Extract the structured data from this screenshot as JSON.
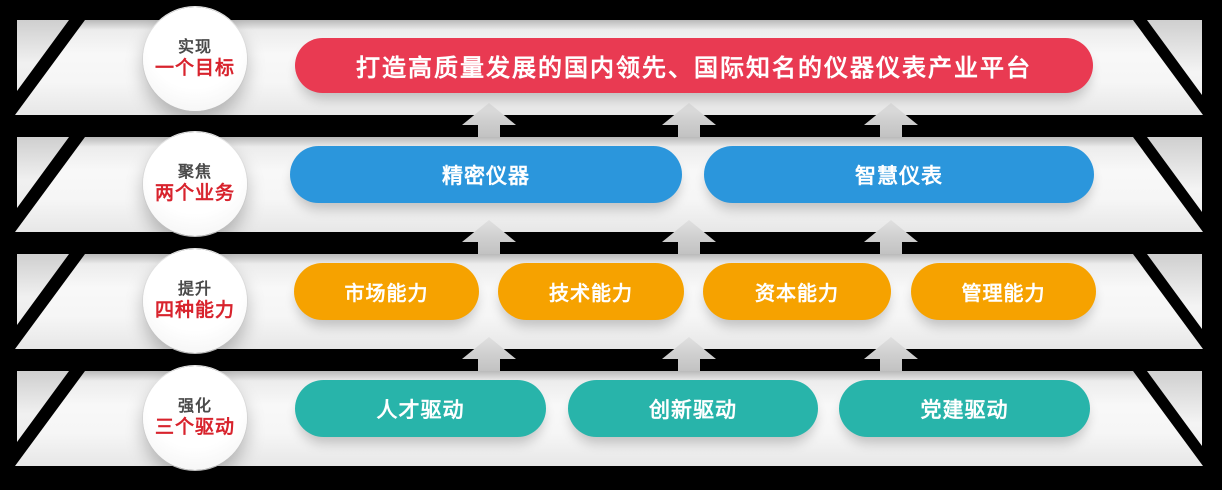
{
  "diagram": {
    "title": "strategy-pyramid",
    "rows": [
      {
        "id": "goal",
        "circle": {
          "line1": "实现",
          "line2": "一个目标"
        },
        "pill_color": "#e93a52",
        "pills": [
          {
            "label": "打造高质量发展的国内领先、国际知名的仪器仪表产业平台"
          }
        ]
      },
      {
        "id": "business",
        "circle": {
          "line1": "聚焦",
          "line2": "两个业务"
        },
        "pill_color": "#2b96dc",
        "pills": [
          {
            "label": "精密仪器"
          },
          {
            "label": "智慧仪表"
          }
        ]
      },
      {
        "id": "capability",
        "circle": {
          "line1": "提升",
          "line2": "四种能力"
        },
        "pill_color": "#f6a200",
        "pills": [
          {
            "label": "市场能力"
          },
          {
            "label": "技术能力"
          },
          {
            "label": "资本能力"
          },
          {
            "label": "管理能力"
          }
        ]
      },
      {
        "id": "driver",
        "circle": {
          "line1": "强化",
          "line2": "三个驱动"
        },
        "pill_color": "#28b4aa",
        "pills": [
          {
            "label": "人才驱动"
          },
          {
            "label": "创新驱动"
          },
          {
            "label": "党建驱动"
          }
        ]
      }
    ],
    "colors": {
      "background": "#000000",
      "band_top": "#b9b9b9",
      "band_light": "#f8f8f8",
      "arrow": "#cecece",
      "circle_text_top": "#4a4a4a",
      "circle_text_accent": "#d8232d",
      "pill_text": "#ffffff"
    },
    "arrow_icon": "up-arrow-icon",
    "arrow_columns": 3,
    "arrow_rows": 3
  }
}
